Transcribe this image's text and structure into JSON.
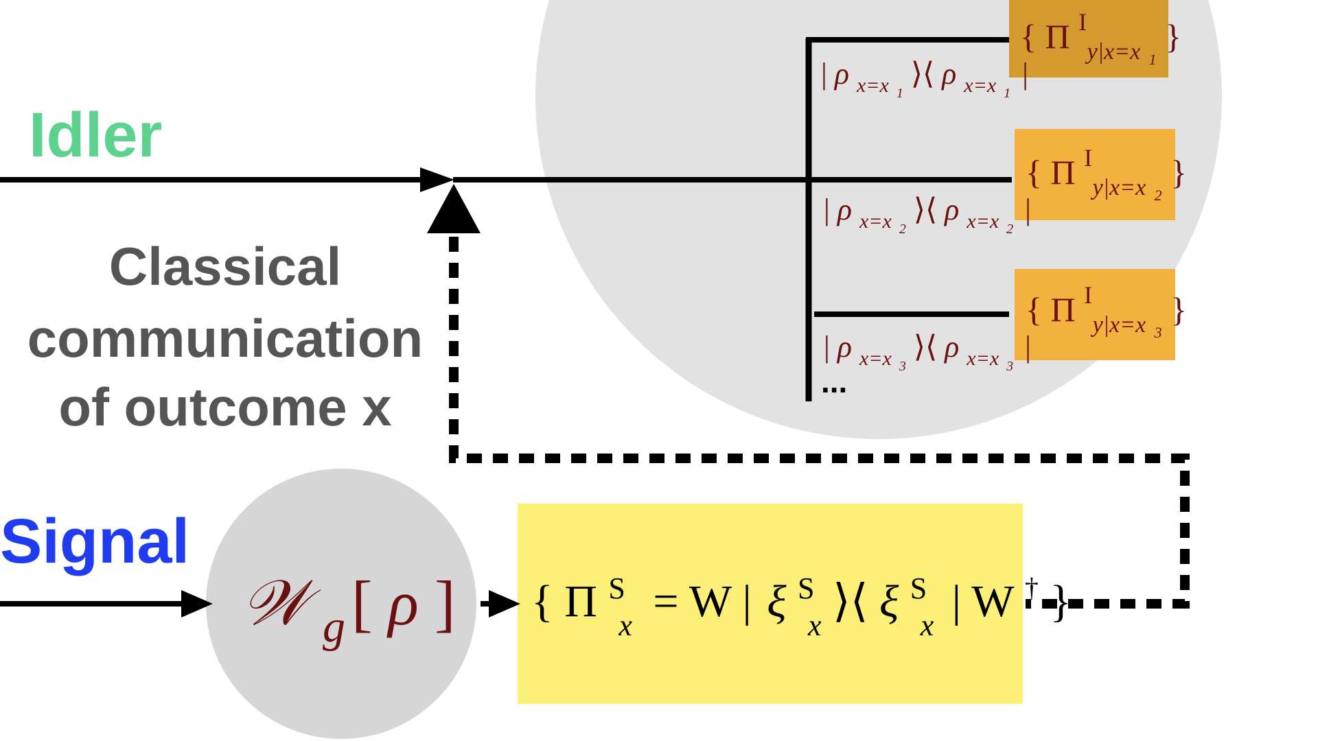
{
  "labels": {
    "idler": "Idler",
    "signal": "Signal",
    "classical_line1": "Classical",
    "classical_line2": "communication",
    "classical_line3": "of outcome x",
    "ellipsis": "..."
  },
  "colors": {
    "idler": "#5dd28e",
    "signal": "#1f3cf0",
    "classical": "#555555",
    "maroon": "#6b1010",
    "big_circle": "#e2e2e2",
    "small_circle": "#d6d6d6",
    "orange_dark": "#d39a30",
    "orange": "#f2b23d",
    "yellow": "#fbef78"
  },
  "signal_state": {
    "script_w": "𝒲",
    "sub_g": "g",
    "bracket_open": "[",
    "rho": "ρ",
    "bracket_close": "]"
  },
  "signal_measurement": {
    "brace_open": "{",
    "pi": "Π",
    "sup": "S",
    "sub": "x",
    "eq": "= W |",
    "xi": "ξ",
    "ket_bra": "⟩⟨",
    "bar_w": "| W",
    "dagger": "†",
    "brace_close": "}"
  },
  "idler_branches": [
    {
      "projector": {
        "brace_open": "{",
        "pi": "Π",
        "sup": "I",
        "sub": "y|x=x",
        "idx": "1",
        "brace_close": "}"
      },
      "state": {
        "bar": "|",
        "rho": "ρ",
        "sub": "x=x",
        "idx": "1",
        "ket_bra": "⟩⟨",
        "bar_end": "|"
      }
    },
    {
      "projector": {
        "brace_open": "{",
        "pi": "Π",
        "sup": "I",
        "sub": "y|x=x",
        "idx": "2",
        "brace_close": "}"
      },
      "state": {
        "bar": "|",
        "rho": "ρ",
        "sub": "x=x",
        "idx": "2",
        "ket_bra": "⟩⟨",
        "bar_end": "|"
      }
    },
    {
      "projector": {
        "brace_open": "{",
        "pi": "Π",
        "sup": "I",
        "sub": "y|x=x",
        "idx": "3",
        "brace_close": "}"
      },
      "state": {
        "bar": "|",
        "rho": "ρ",
        "sub": "x=x",
        "idx": "3",
        "ket_bra": "⟩⟨",
        "bar_end": "|"
      }
    }
  ]
}
